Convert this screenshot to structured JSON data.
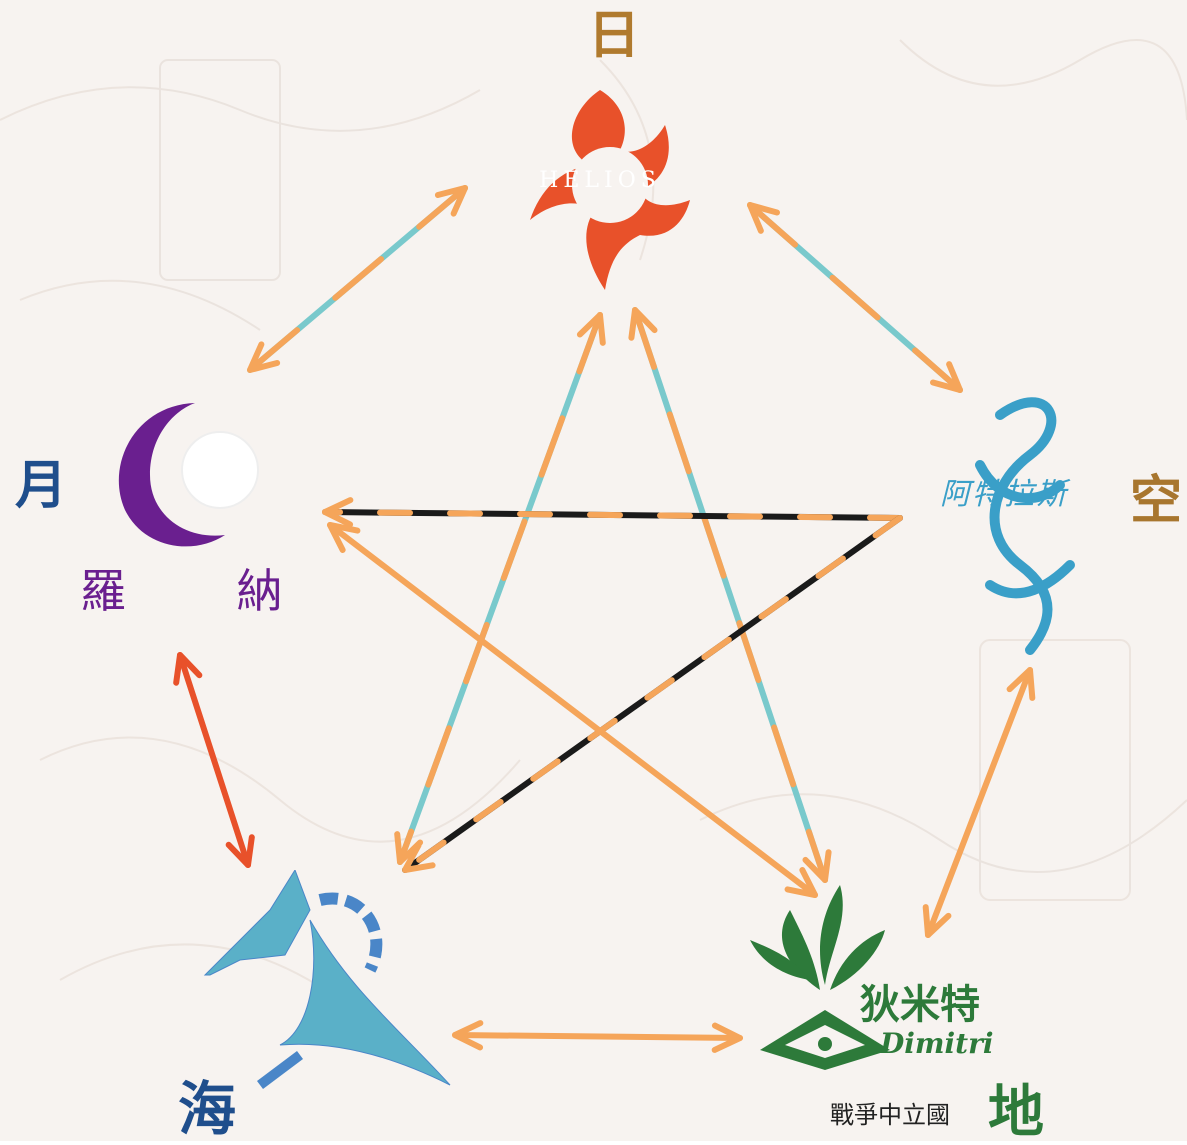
{
  "nodes": {
    "sun": {
      "element": "日",
      "emblem_text": "HELIOS",
      "color": "#b07a2e",
      "emblem_color": "#e8512a"
    },
    "moon": {
      "element": "月",
      "emblem_text": "羅 納",
      "color": "#1f4e8c",
      "emblem_color": "#6a1f8f"
    },
    "sky": {
      "element": "空",
      "emblem_text": "阿特拉斯",
      "color": "#a8762e",
      "emblem_color": "#3a9fc8"
    },
    "earth": {
      "element": "地",
      "emblem_text": "狄米特",
      "emblem_subtext": "Dimitri",
      "caption": "戰爭中立國",
      "color": "#2d7a3a",
      "emblem_color": "#2d7a3a"
    },
    "sea": {
      "element": "海",
      "color": "#1f4e8c",
      "emblem_color": "#5ab0c8"
    }
  },
  "edge_colors": {
    "orange": "#f5a55a",
    "teal": "#79c9cc",
    "black": "#1a1a1a",
    "red": "#e8512a"
  },
  "edges": [
    {
      "from": "sun",
      "to": "moon",
      "style": "orange-teal",
      "direction": "both"
    },
    {
      "from": "sun",
      "to": "sky",
      "style": "orange-teal",
      "direction": "both"
    },
    {
      "from": "sky",
      "to": "earth",
      "style": "orange",
      "direction": "both"
    },
    {
      "from": "earth",
      "to": "sea",
      "style": "orange",
      "direction": "both"
    },
    {
      "from": "moon",
      "to": "sea",
      "style": "red",
      "direction": "both"
    },
    {
      "from": "sun",
      "to": "sea",
      "style": "orange-teal",
      "direction": "both"
    },
    {
      "from": "sun",
      "to": "earth",
      "style": "orange-teal",
      "direction": "both"
    },
    {
      "from": "sky",
      "to": "moon",
      "style": "black-orange",
      "direction": "to"
    },
    {
      "from": "sky",
      "to": "sea",
      "style": "black-orange",
      "direction": "to"
    },
    {
      "from": "moon",
      "to": "earth",
      "style": "orange",
      "direction": "both"
    }
  ]
}
